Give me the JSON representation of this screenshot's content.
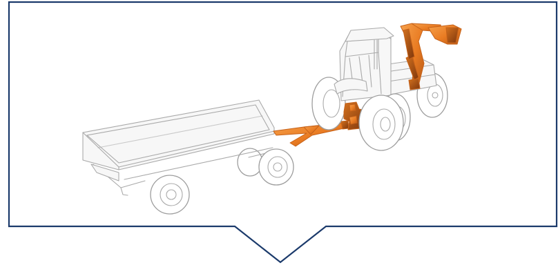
{
  "colors": {
    "frame": "#1b3a6b",
    "outline": "#a9a9a9",
    "highlight": "#ef8a2f",
    "highlight_dark": "#9a4410"
  },
  "scene": {
    "objects": [
      "tractor",
      "front-loader",
      "trailer",
      "hitch",
      "drawbar"
    ],
    "highlighted": [
      "front-loader",
      "hitch",
      "drawbar"
    ]
  },
  "callout": {
    "pointer_direction": "down"
  }
}
